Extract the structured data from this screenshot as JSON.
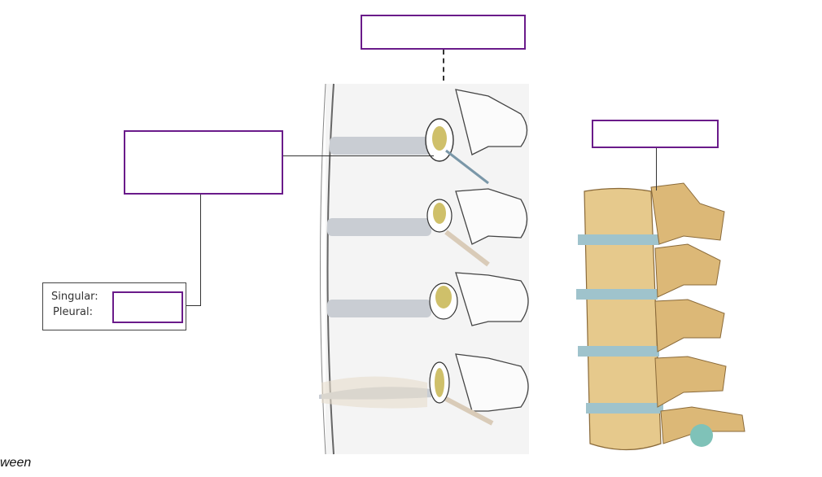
{
  "legend": {
    "singular_label": "Singular:",
    "plural_label": "Pleural:"
  },
  "fragment_text": "ween",
  "colors": {
    "box_border": "#6a1b8a",
    "disc": "#c9cdd3",
    "bone": "#e6c98c",
    "fat_pad": "#cfc06a"
  }
}
